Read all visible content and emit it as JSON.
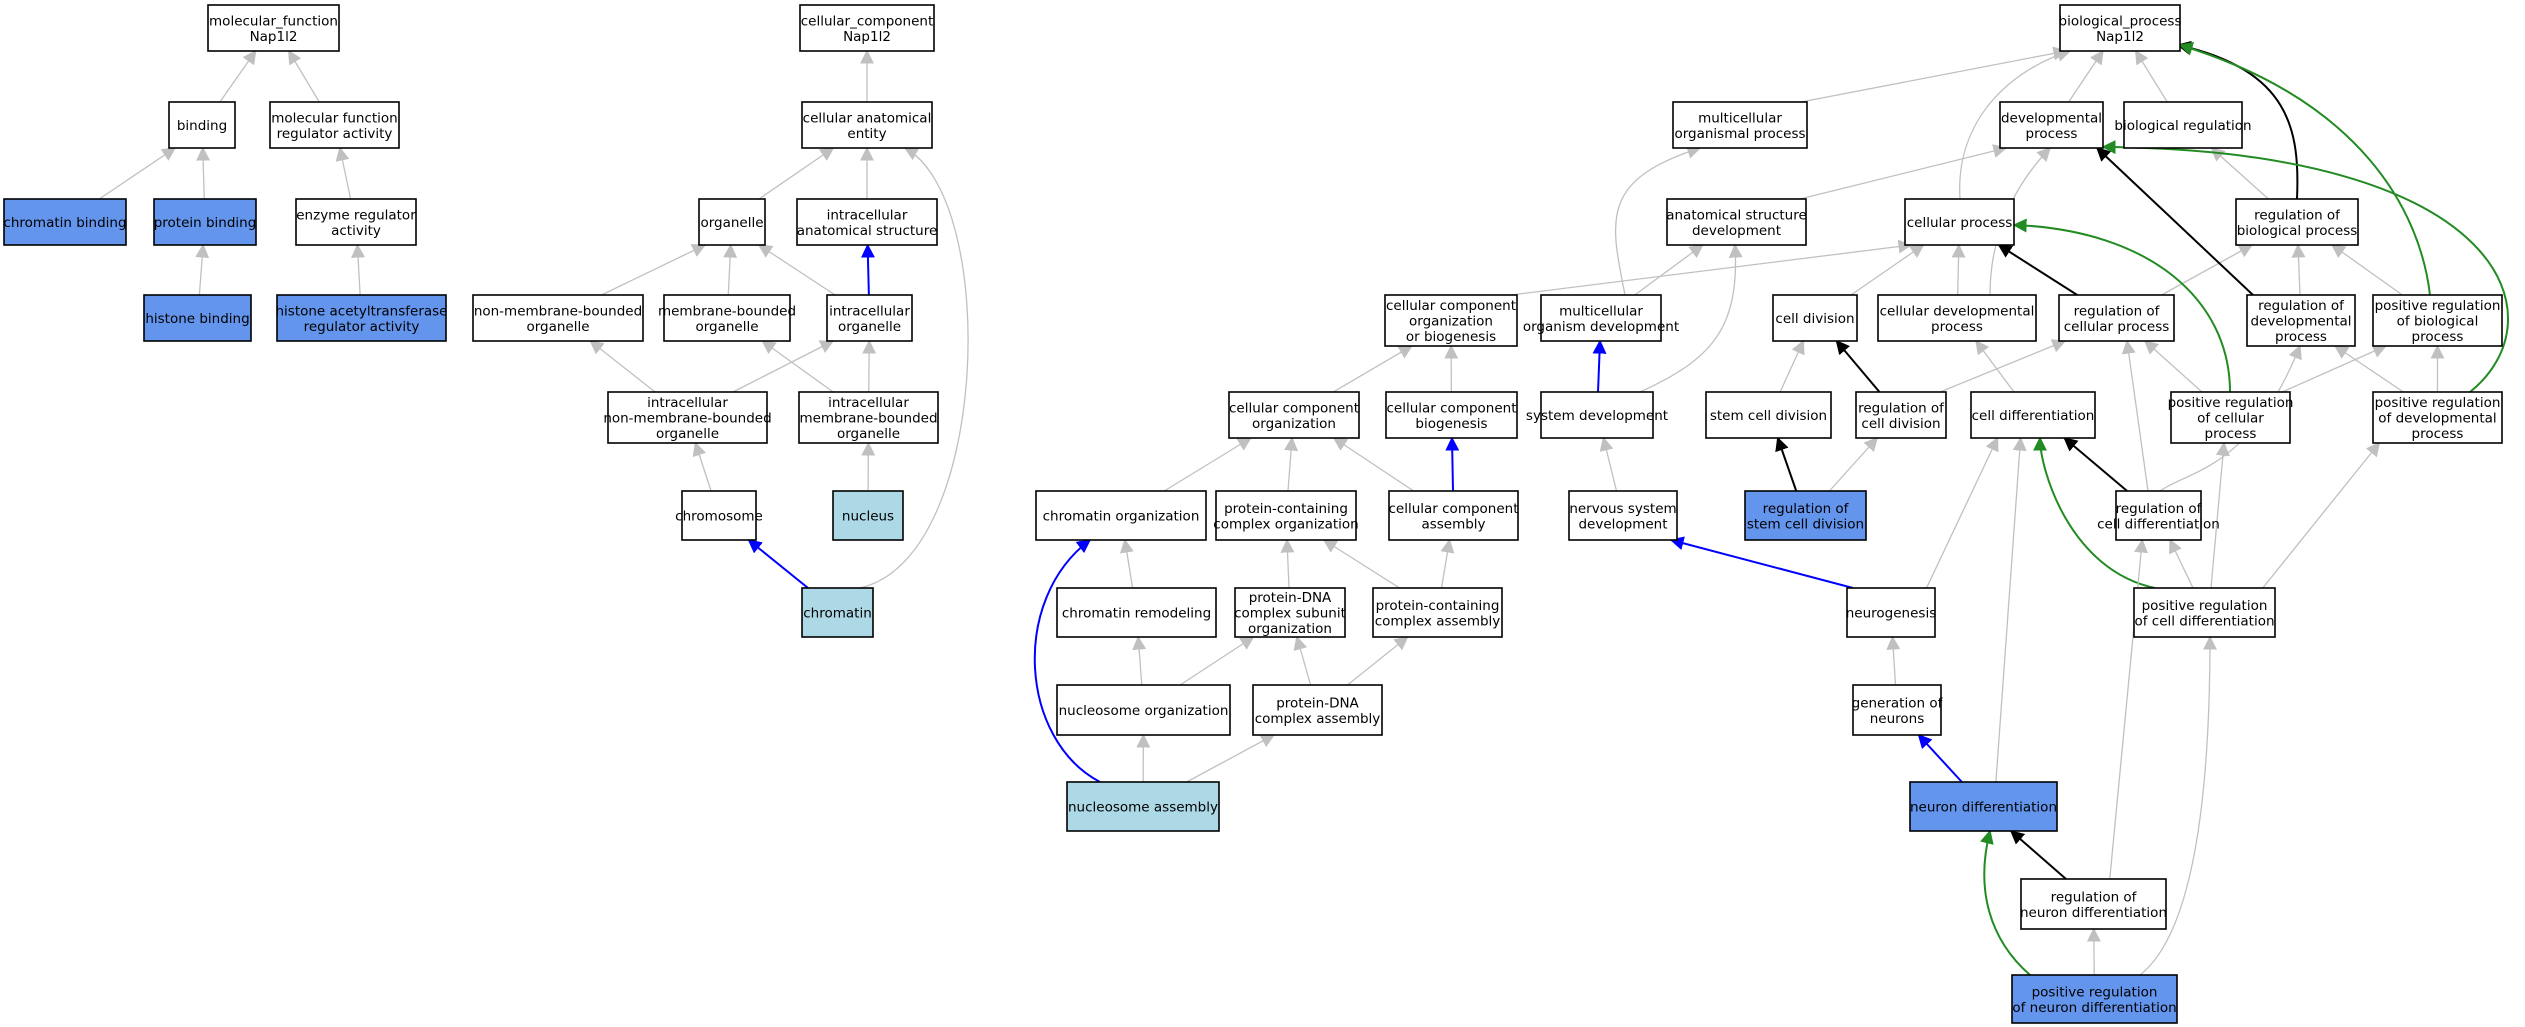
{
  "colors": {
    "plain": "#ffffff",
    "blue": "#6495ed",
    "light": "#add8e6",
    "edge_gray": "#c0c0c0",
    "edge_black": "#000000",
    "edge_blue": "#0000ff",
    "edge_green": "#228b22"
  },
  "nodes": [
    {
      "id": "mf_root",
      "lines": [
        "molecular_function",
        "Nap1l2"
      ],
      "fill": "plain"
    },
    {
      "id": "binding",
      "lines": [
        "binding"
      ],
      "fill": "plain"
    },
    {
      "id": "mf_reg",
      "lines": [
        "molecular function",
        "regulator activity"
      ],
      "fill": "plain"
    },
    {
      "id": "chromatin_binding",
      "lines": [
        "chromatin binding"
      ],
      "fill": "blue"
    },
    {
      "id": "protein_binding",
      "lines": [
        "protein binding"
      ],
      "fill": "blue"
    },
    {
      "id": "enzyme_reg",
      "lines": [
        "enzyme regulator",
        "activity"
      ],
      "fill": "plain"
    },
    {
      "id": "histone_binding",
      "lines": [
        "histone binding"
      ],
      "fill": "blue"
    },
    {
      "id": "hat_reg",
      "lines": [
        "histone acetyltransferase",
        "regulator activity"
      ],
      "fill": "blue"
    },
    {
      "id": "cc_root",
      "lines": [
        "cellular_component",
        "Nap1l2"
      ],
      "fill": "plain"
    },
    {
      "id": "cae",
      "lines": [
        "cellular anatomical",
        "entity"
      ],
      "fill": "plain"
    },
    {
      "id": "organelle",
      "lines": [
        "organelle"
      ],
      "fill": "plain"
    },
    {
      "id": "ias",
      "lines": [
        "intracellular",
        "anatomical structure"
      ],
      "fill": "plain"
    },
    {
      "id": "nmbo",
      "lines": [
        "non-membrane-bounded",
        "organelle"
      ],
      "fill": "plain"
    },
    {
      "id": "mbo",
      "lines": [
        "membrane-bounded",
        "organelle"
      ],
      "fill": "plain"
    },
    {
      "id": "io",
      "lines": [
        "intracellular",
        "organelle"
      ],
      "fill": "plain"
    },
    {
      "id": "inmbo",
      "lines": [
        "intracellular",
        "non-membrane-bounded",
        "organelle"
      ],
      "fill": "plain"
    },
    {
      "id": "imbo",
      "lines": [
        "intracellular",
        "membrane-bounded",
        "organelle"
      ],
      "fill": "plain"
    },
    {
      "id": "chromosome",
      "lines": [
        "chromosome"
      ],
      "fill": "plain"
    },
    {
      "id": "nucleus",
      "lines": [
        "nucleus"
      ],
      "fill": "light"
    },
    {
      "id": "chromatin",
      "lines": [
        "chromatin"
      ],
      "fill": "light"
    },
    {
      "id": "bp_root",
      "lines": [
        "biological_process",
        "Nap1l2"
      ],
      "fill": "plain"
    },
    {
      "id": "mcop",
      "lines": [
        "multicellular",
        "organismal process"
      ],
      "fill": "plain"
    },
    {
      "id": "devp",
      "lines": [
        "developmental",
        "process"
      ],
      "fill": "plain"
    },
    {
      "id": "bioreg",
      "lines": [
        "biological regulation"
      ],
      "fill": "plain"
    },
    {
      "id": "asd",
      "lines": [
        "anatomical structure",
        "development"
      ],
      "fill": "plain"
    },
    {
      "id": "cellp",
      "lines": [
        "cellular process"
      ],
      "fill": "plain"
    },
    {
      "id": "rbp",
      "lines": [
        "regulation of",
        "biological process"
      ],
      "fill": "plain"
    },
    {
      "id": "ccob",
      "lines": [
        "cellular component",
        "organization",
        "or biogenesis"
      ],
      "fill": "plain"
    },
    {
      "id": "mod",
      "lines": [
        "multicellular",
        "organism development"
      ],
      "fill": "plain"
    },
    {
      "id": "celldiv",
      "lines": [
        "cell division"
      ],
      "fill": "plain"
    },
    {
      "id": "cdp",
      "lines": [
        "cellular developmental",
        "process"
      ],
      "fill": "plain"
    },
    {
      "id": "rcp",
      "lines": [
        "regulation of",
        "cellular process"
      ],
      "fill": "plain"
    },
    {
      "id": "rdp",
      "lines": [
        "regulation of",
        "developmental",
        "process"
      ],
      "fill": "plain"
    },
    {
      "id": "prbp",
      "lines": [
        "positive regulation",
        "of biological",
        "process"
      ],
      "fill": "plain"
    },
    {
      "id": "cco",
      "lines": [
        "cellular component",
        "organization"
      ],
      "fill": "plain"
    },
    {
      "id": "ccb",
      "lines": [
        "cellular component",
        "biogenesis"
      ],
      "fill": "plain"
    },
    {
      "id": "sysdev",
      "lines": [
        "system development"
      ],
      "fill": "plain"
    },
    {
      "id": "scd",
      "lines": [
        "stem cell division"
      ],
      "fill": "plain"
    },
    {
      "id": "rcd",
      "lines": [
        "regulation of",
        "cell division"
      ],
      "fill": "plain"
    },
    {
      "id": "celldiff",
      "lines": [
        "cell differentiation"
      ],
      "fill": "plain"
    },
    {
      "id": "prcp",
      "lines": [
        "positive regulation",
        "of cellular",
        "process"
      ],
      "fill": "plain"
    },
    {
      "id": "prdp",
      "lines": [
        "positive regulation",
        "of developmental",
        "process"
      ],
      "fill": "plain"
    },
    {
      "id": "chromorg",
      "lines": [
        "chromatin organization"
      ],
      "fill": "plain"
    },
    {
      "id": "pcco",
      "lines": [
        "protein-containing",
        "complex organization"
      ],
      "fill": "plain"
    },
    {
      "id": "cca",
      "lines": [
        "cellular component",
        "assembly"
      ],
      "fill": "plain"
    },
    {
      "id": "nsd",
      "lines": [
        "nervous system",
        "development"
      ],
      "fill": "plain"
    },
    {
      "id": "rscd",
      "lines": [
        "regulation of",
        "stem cell division"
      ],
      "fill": "blue"
    },
    {
      "id": "rcdiff",
      "lines": [
        "regulation of",
        "cell differentiation"
      ],
      "fill": "plain"
    },
    {
      "id": "chromrem",
      "lines": [
        "chromatin remodeling"
      ],
      "fill": "plain"
    },
    {
      "id": "pdcso",
      "lines": [
        "protein-DNA",
        "complex subunit",
        "organization"
      ],
      "fill": "plain"
    },
    {
      "id": "pcca",
      "lines": [
        "protein-containing",
        "complex assembly"
      ],
      "fill": "plain"
    },
    {
      "id": "neurogenesis",
      "lines": [
        "neurogenesis"
      ],
      "fill": "plain"
    },
    {
      "id": "prcdiff",
      "lines": [
        "positive regulation",
        "of cell differentiation"
      ],
      "fill": "plain"
    },
    {
      "id": "nucorg",
      "lines": [
        "nucleosome organization"
      ],
      "fill": "plain"
    },
    {
      "id": "pdca",
      "lines": [
        "protein-DNA",
        "complex assembly"
      ],
      "fill": "plain"
    },
    {
      "id": "genneur",
      "lines": [
        "generation of",
        "neurons"
      ],
      "fill": "plain"
    },
    {
      "id": "nucasm",
      "lines": [
        "nucleosome assembly"
      ],
      "fill": "light"
    },
    {
      "id": "neurdiff",
      "lines": [
        "neuron differentiation"
      ],
      "fill": "blue"
    },
    {
      "id": "rnd",
      "lines": [
        "regulation of",
        "neuron differentiation"
      ],
      "fill": "plain"
    },
    {
      "id": "prnd",
      "lines": [
        "positive regulation",
        "of neuron differentiation"
      ],
      "fill": "blue"
    }
  ],
  "edges": [
    {
      "from": "binding",
      "to": "mf_root",
      "color": "edge_gray"
    },
    {
      "from": "mf_reg",
      "to": "mf_root",
      "color": "edge_gray"
    },
    {
      "from": "chromatin_binding",
      "to": "binding",
      "color": "edge_gray"
    },
    {
      "from": "protein_binding",
      "to": "binding",
      "color": "edge_gray"
    },
    {
      "from": "enzyme_reg",
      "to": "mf_reg",
      "color": "edge_gray"
    },
    {
      "from": "histone_binding",
      "to": "protein_binding",
      "color": "edge_gray"
    },
    {
      "from": "hat_reg",
      "to": "enzyme_reg",
      "color": "edge_gray"
    },
    {
      "from": "cae",
      "to": "cc_root",
      "color": "edge_gray"
    },
    {
      "from": "organelle",
      "to": "cae",
      "color": "edge_gray"
    },
    {
      "from": "ias",
      "to": "cae",
      "color": "edge_gray"
    },
    {
      "from": "nmbo",
      "to": "organelle",
      "color": "edge_gray"
    },
    {
      "from": "mbo",
      "to": "organelle",
      "color": "edge_gray"
    },
    {
      "from": "io",
      "to": "organelle",
      "color": "edge_gray"
    },
    {
      "from": "io",
      "to": "ias",
      "color": "edge_blue"
    },
    {
      "from": "inmbo",
      "to": "nmbo",
      "color": "edge_gray"
    },
    {
      "from": "inmbo",
      "to": "io",
      "color": "edge_gray"
    },
    {
      "from": "imbo",
      "to": "mbo",
      "color": "edge_gray"
    },
    {
      "from": "imbo",
      "to": "io",
      "color": "edge_gray"
    },
    {
      "from": "chromosome",
      "to": "inmbo",
      "color": "edge_gray"
    },
    {
      "from": "nucleus",
      "to": "imbo",
      "color": "edge_gray"
    },
    {
      "from": "chromatin",
      "to": "chromosome",
      "color": "edge_blue"
    },
    {
      "from": "chromatin",
      "to": "cae",
      "color": "edge_gray",
      "curve": "chromatin_cae"
    },
    {
      "from": "mcop",
      "to": "bp_root",
      "color": "edge_gray"
    },
    {
      "from": "devp",
      "to": "bp_root",
      "color": "edge_gray"
    },
    {
      "from": "bioreg",
      "to": "bp_root",
      "color": "edge_gray"
    },
    {
      "from": "cellp",
      "to": "bp_root",
      "color": "edge_gray",
      "curve": "cellp_root"
    },
    {
      "from": "rbp",
      "to": "bp_root",
      "color": "edge_black",
      "curve": "rbp_root"
    },
    {
      "from": "rbp",
      "to": "bioreg",
      "color": "edge_gray"
    },
    {
      "from": "prbp",
      "to": "bp_root",
      "color": "edge_green",
      "curve": "prbp_root"
    },
    {
      "from": "asd",
      "to": "devp",
      "color": "edge_gray"
    },
    {
      "from": "mod",
      "to": "mcop",
      "color": "edge_gray",
      "curve": "mod_mcop"
    },
    {
      "from": "mod",
      "to": "asd",
      "color": "edge_gray"
    },
    {
      "from": "ccob",
      "to": "cellp",
      "color": "edge_gray"
    },
    {
      "from": "celldiv",
      "to": "cellp",
      "color": "edge_gray"
    },
    {
      "from": "cdp",
      "to": "cellp",
      "color": "edge_gray"
    },
    {
      "from": "cdp",
      "to": "devp",
      "color": "edge_gray",
      "curve": "cdp_devp"
    },
    {
      "from": "rcp",
      "to": "cellp",
      "color": "edge_black"
    },
    {
      "from": "rcp",
      "to": "rbp",
      "color": "edge_gray"
    },
    {
      "from": "rdp",
      "to": "devp",
      "color": "edge_black"
    },
    {
      "from": "rdp",
      "to": "rbp",
      "color": "edge_gray"
    },
    {
      "from": "prbp",
      "to": "rbp",
      "color": "edge_gray"
    },
    {
      "from": "cco",
      "to": "ccob",
      "color": "edge_gray"
    },
    {
      "from": "ccb",
      "to": "ccob",
      "color": "edge_gray"
    },
    {
      "from": "sysdev",
      "to": "mod",
      "color": "edge_blue"
    },
    {
      "from": "sysdev",
      "to": "asd",
      "color": "edge_gray",
      "curve": "sysdev_asd"
    },
    {
      "from": "scd",
      "to": "celldiv",
      "color": "edge_gray"
    },
    {
      "from": "rcd",
      "to": "celldiv",
      "color": "edge_black"
    },
    {
      "from": "rcd",
      "to": "rcp",
      "color": "edge_gray"
    },
    {
      "from": "celldiff",
      "to": "cdp",
      "color": "edge_gray"
    },
    {
      "from": "prcp",
      "to": "cellp",
      "color": "edge_green",
      "curve": "prcp_cellp"
    },
    {
      "from": "prcp",
      "to": "rcp",
      "color": "edge_gray"
    },
    {
      "from": "prcp",
      "to": "prbp",
      "color": "edge_gray"
    },
    {
      "from": "prdp",
      "to": "devp",
      "color": "edge_green",
      "curve": "prdp_devp"
    },
    {
      "from": "prdp",
      "to": "rdp",
      "color": "edge_gray"
    },
    {
      "from": "prdp",
      "to": "prbp",
      "color": "edge_gray"
    },
    {
      "from": "chromorg",
      "to": "cco",
      "color": "edge_gray"
    },
    {
      "from": "pcco",
      "to": "cco",
      "color": "edge_gray"
    },
    {
      "from": "cca",
      "to": "cco",
      "color": "edge_gray"
    },
    {
      "from": "cca",
      "to": "ccb",
      "color": "edge_blue"
    },
    {
      "from": "nsd",
      "to": "sysdev",
      "color": "edge_gray"
    },
    {
      "from": "rscd",
      "to": "scd",
      "color": "edge_black"
    },
    {
      "from": "rscd",
      "to": "rcd",
      "color": "edge_gray"
    },
    {
      "from": "rcdiff",
      "to": "celldiff",
      "color": "edge_black"
    },
    {
      "from": "rcdiff",
      "to": "rcp",
      "color": "edge_gray"
    },
    {
      "from": "rcdiff",
      "to": "rdp",
      "color": "edge_gray",
      "curve": "rcdiff_rdp"
    },
    {
      "from": "chromrem",
      "to": "chromorg",
      "color": "edge_gray"
    },
    {
      "from": "pdcso",
      "to": "pcco",
      "color": "edge_gray"
    },
    {
      "from": "pcca",
      "to": "pcco",
      "color": "edge_gray"
    },
    {
      "from": "pcca",
      "to": "cca",
      "color": "edge_gray"
    },
    {
      "from": "neurogenesis",
      "to": "nsd",
      "color": "edge_blue"
    },
    {
      "from": "neurogenesis",
      "to": "celldiff",
      "color": "edge_gray"
    },
    {
      "from": "prcdiff",
      "to": "celldiff",
      "color": "edge_green",
      "curve": "prcdiff_celldiff"
    },
    {
      "from": "prcdiff",
      "to": "rcdiff",
      "color": "edge_gray"
    },
    {
      "from": "prcdiff",
      "to": "prcp",
      "color": "edge_gray"
    },
    {
      "from": "prcdiff",
      "to": "prdp",
      "color": "edge_gray"
    },
    {
      "from": "nucorg",
      "to": "chromrem",
      "color": "edge_gray"
    },
    {
      "from": "nucorg",
      "to": "pdcso",
      "color": "edge_gray"
    },
    {
      "from": "pdca",
      "to": "pdcso",
      "color": "edge_gray"
    },
    {
      "from": "pdca",
      "to": "pcca",
      "color": "edge_gray"
    },
    {
      "from": "genneur",
      "to": "neurogenesis",
      "color": "edge_gray"
    },
    {
      "from": "nucasm",
      "to": "nucorg",
      "color": "edge_gray"
    },
    {
      "from": "nucasm",
      "to": "pdca",
      "color": "edge_gray"
    },
    {
      "from": "nucasm",
      "to": "chromorg",
      "color": "edge_blue",
      "curve": "nucasm_chromorg"
    },
    {
      "from": "neurdiff",
      "to": "genneur",
      "color": "edge_blue"
    },
    {
      "from": "neurdiff",
      "to": "celldiff",
      "color": "edge_gray"
    },
    {
      "from": "rnd",
      "to": "neurdiff",
      "color": "edge_black"
    },
    {
      "from": "rnd",
      "to": "rcdiff",
      "color": "edge_gray"
    },
    {
      "from": "prnd",
      "to": "rnd",
      "color": "edge_gray"
    },
    {
      "from": "prnd",
      "to": "neurdiff",
      "color": "edge_green",
      "curve": "prnd_neurdiff"
    },
    {
      "from": "prnd",
      "to": "prcdiff",
      "color": "edge_gray",
      "curve": "prnd_prcdiff"
    }
  ]
}
